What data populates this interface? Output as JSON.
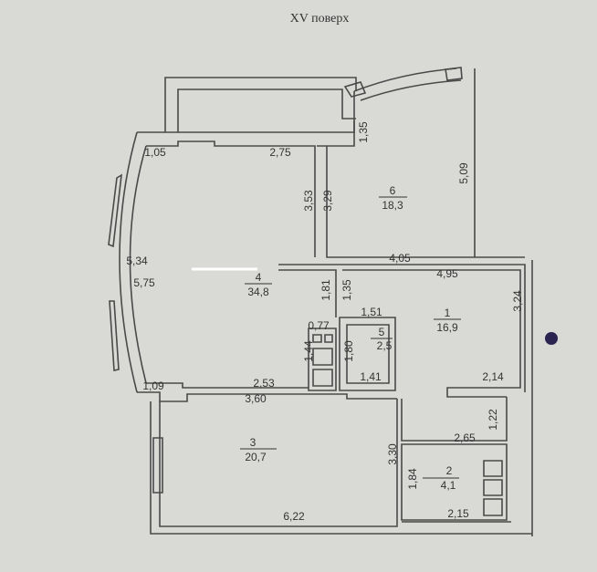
{
  "title": "XV поверх",
  "rooms": [
    {
      "number": "1",
      "area": "16,9"
    },
    {
      "number": "2",
      "area": "4,1"
    },
    {
      "number": "3",
      "area": "20,7"
    },
    {
      "number": "4",
      "area": "34,8"
    },
    {
      "number": "5",
      "area": "2,5"
    },
    {
      "number": "6",
      "area": "18,3"
    }
  ],
  "dimensions": [
    "1,05",
    "2,75",
    "1,35",
    "3,53",
    "3,29",
    "5,09",
    "4,05",
    "5,34",
    "5,75",
    "4,95",
    "1,81",
    "1,35",
    "1,51",
    "0,77",
    "3,24",
    "1,44",
    "1,80",
    "1,41",
    "1,09",
    "2,53",
    "2,14",
    "3,60",
    "1,22",
    "2,65",
    "3,30",
    "1,84",
    "2,15",
    "6,22"
  ]
}
